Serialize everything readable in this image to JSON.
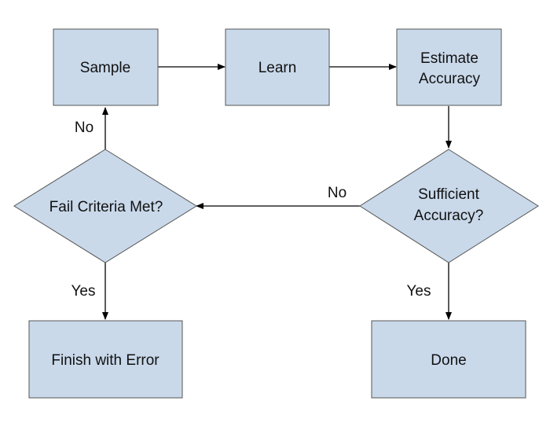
{
  "nodes": {
    "sample": {
      "label": "Sample"
    },
    "learn": {
      "label": "Learn"
    },
    "estimate": {
      "line1": "Estimate",
      "line2": "Accuracy"
    },
    "sufficient": {
      "line1": "Sufficient",
      "line2": "Accuracy?"
    },
    "fail": {
      "label": "Fail Criteria Met?"
    },
    "finish": {
      "label": "Finish with Error"
    },
    "done": {
      "label": "Done"
    }
  },
  "edges": {
    "fail_to_sample": "No",
    "sufficient_to_fail": "No",
    "fail_to_finish": "Yes",
    "sufficient_to_done": "Yes"
  },
  "colors": {
    "node_fill": "#c9d9ea",
    "node_stroke": "#555555",
    "edge": "#000000"
  }
}
